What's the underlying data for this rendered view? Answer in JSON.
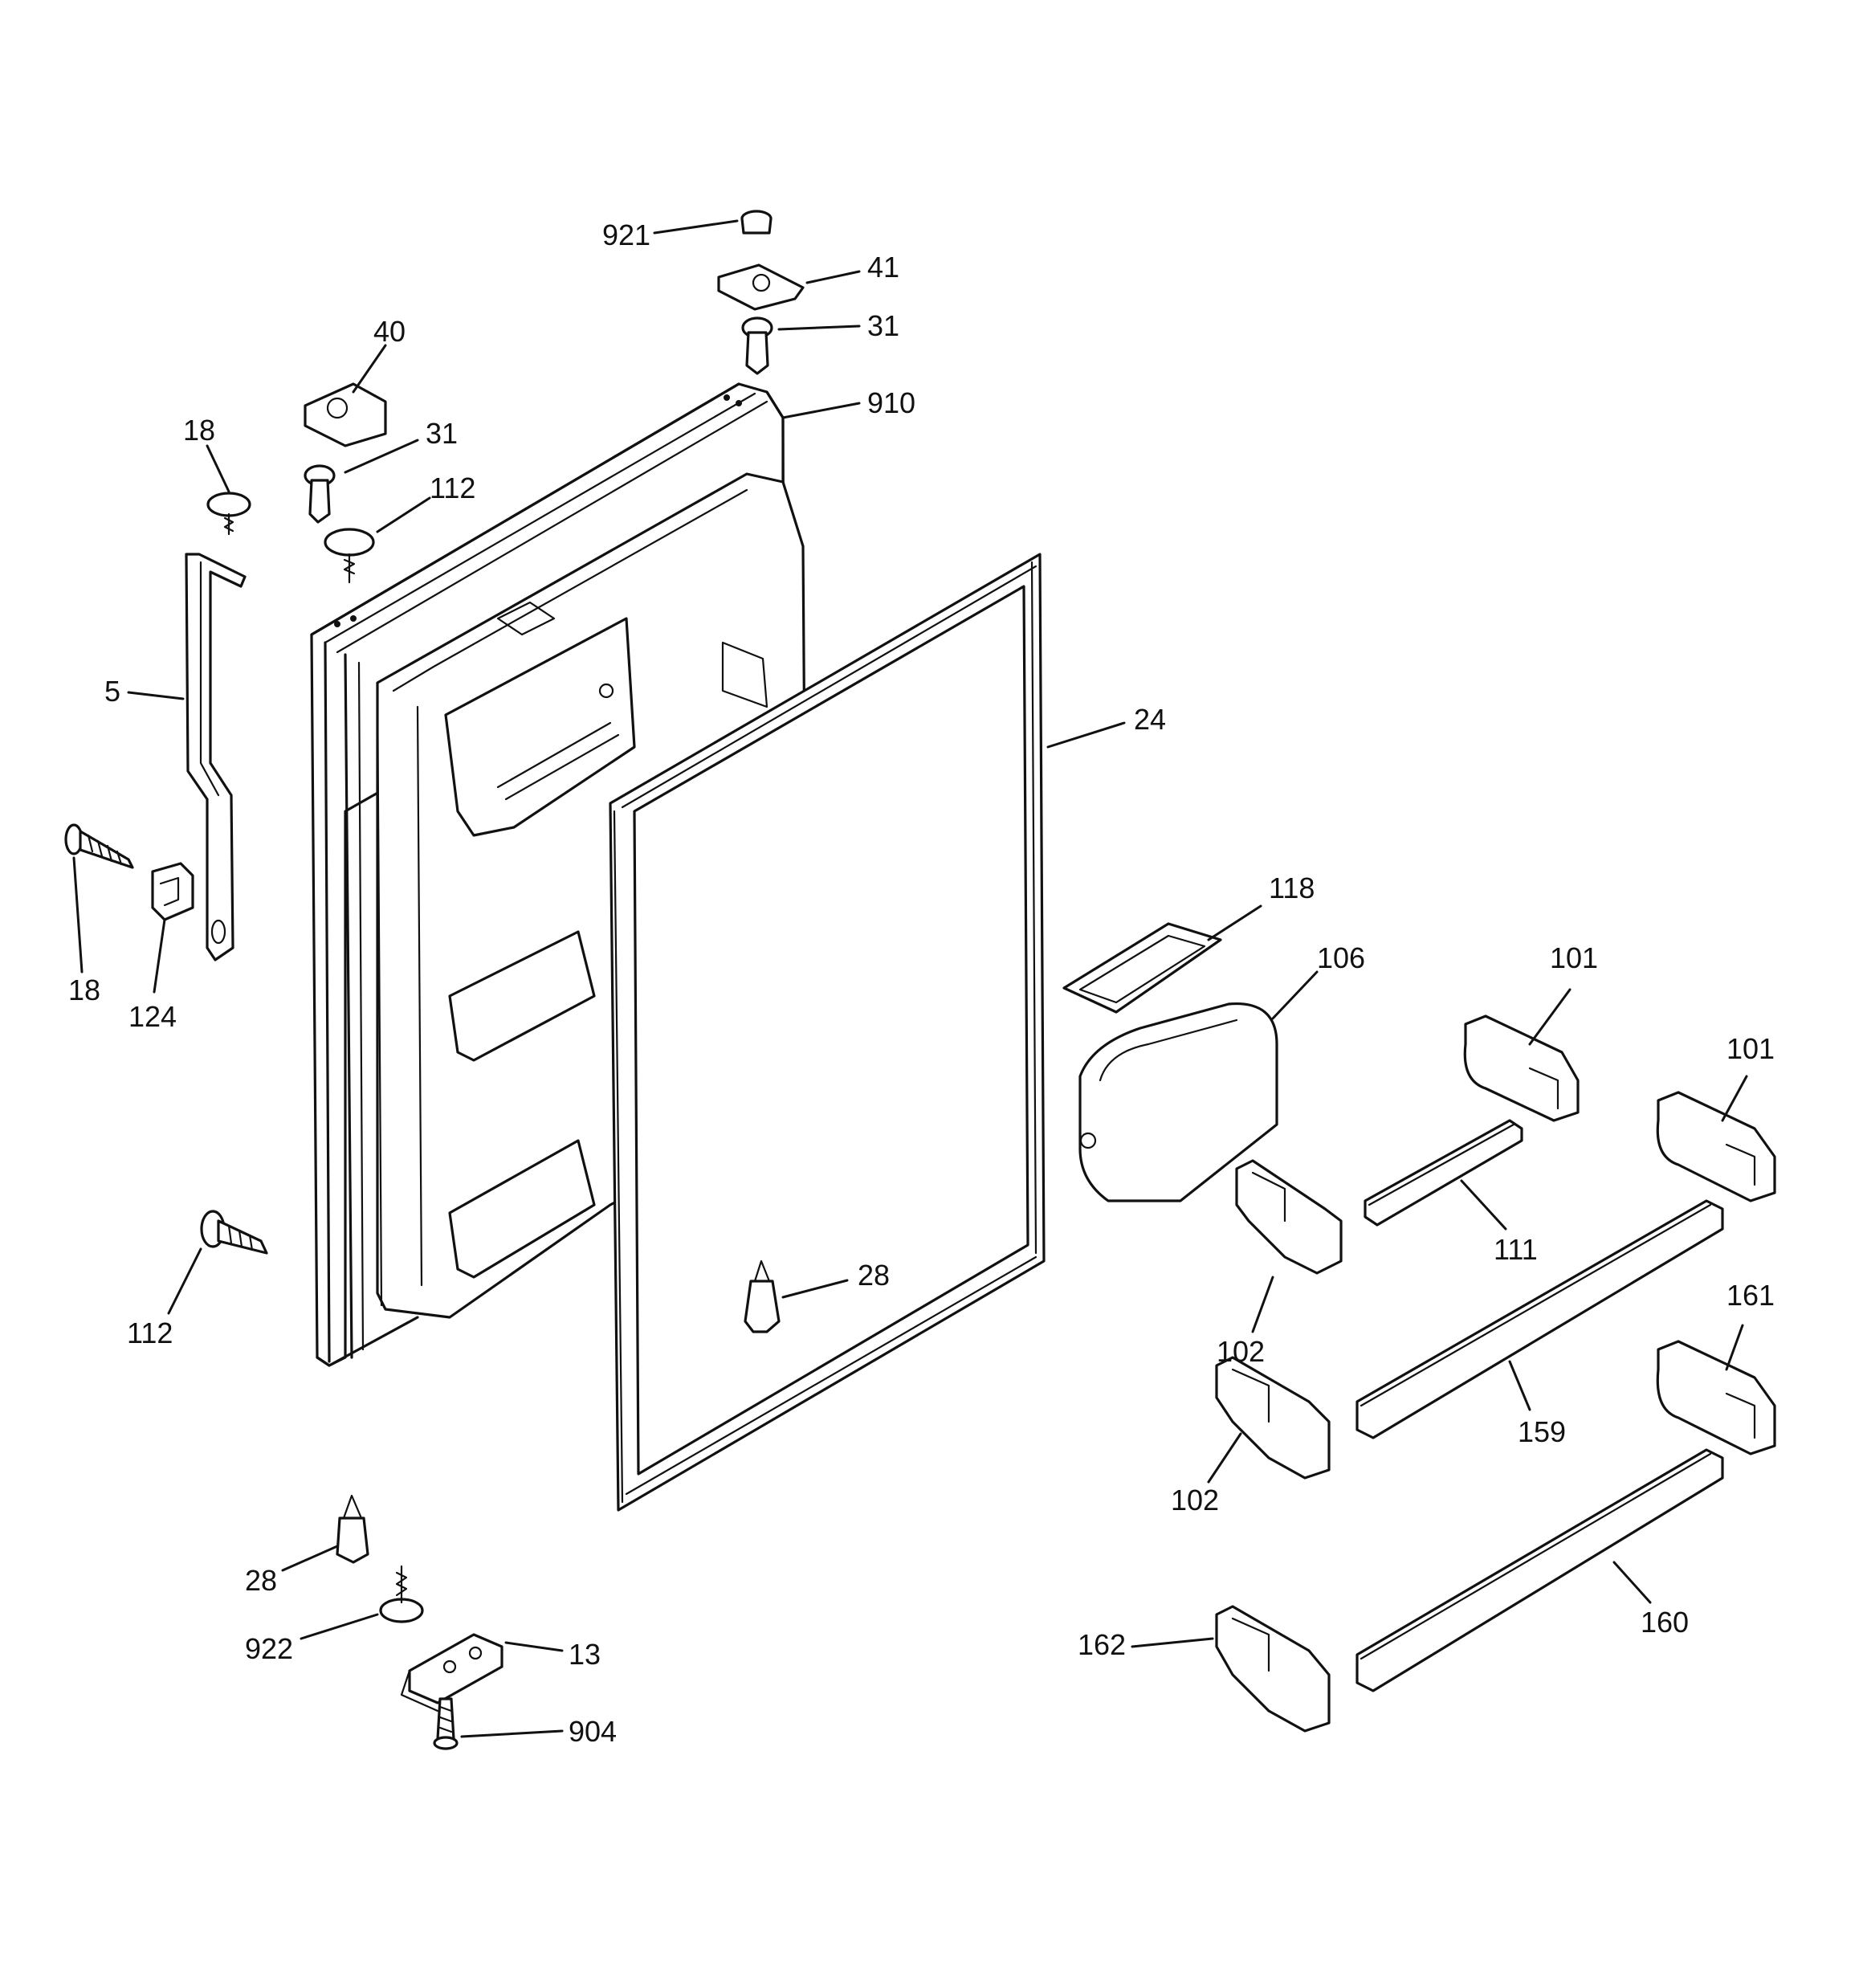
{
  "callouts": [
    {
      "id": "c921",
      "text": "921"
    },
    {
      "id": "c41",
      "text": "41"
    },
    {
      "id": "c31a",
      "text": "31"
    },
    {
      "id": "c910",
      "text": "910"
    },
    {
      "id": "c40",
      "text": "40"
    },
    {
      "id": "c31b",
      "text": "31"
    },
    {
      "id": "c18a",
      "text": "18"
    },
    {
      "id": "c112a",
      "text": "112"
    },
    {
      "id": "c5",
      "text": "5"
    },
    {
      "id": "c24",
      "text": "24"
    },
    {
      "id": "c18b",
      "text": "18"
    },
    {
      "id": "c124",
      "text": "124"
    },
    {
      "id": "c118",
      "text": "118"
    },
    {
      "id": "c106",
      "text": "106"
    },
    {
      "id": "c101a",
      "text": "101"
    },
    {
      "id": "c101b",
      "text": "101"
    },
    {
      "id": "c111",
      "text": "111"
    },
    {
      "id": "c28a",
      "text": "28"
    },
    {
      "id": "c112b",
      "text": "112"
    },
    {
      "id": "c102a",
      "text": "102"
    },
    {
      "id": "c161",
      "text": "161"
    },
    {
      "id": "c159",
      "text": "159"
    },
    {
      "id": "c102b",
      "text": "102"
    },
    {
      "id": "c28b",
      "text": "28"
    },
    {
      "id": "c922",
      "text": "922"
    },
    {
      "id": "c13",
      "text": "13"
    },
    {
      "id": "c160",
      "text": "160"
    },
    {
      "id": "c162",
      "text": "162"
    },
    {
      "id": "c904",
      "text": "904"
    }
  ]
}
